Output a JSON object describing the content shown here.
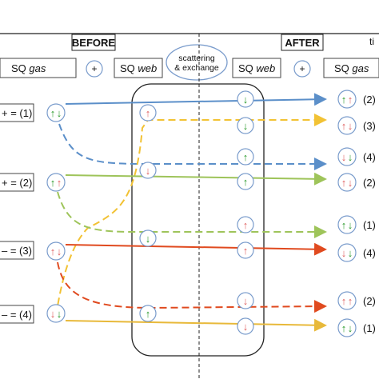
{
  "header": {
    "before": "BEFORE",
    "after": "AFTER",
    "partial_right": "ti"
  },
  "boxes": {
    "sq_gas_left": {
      "prefix": "SQ",
      "italic": "gas"
    },
    "sq_web_left": {
      "prefix": "SQ",
      "italic": "web"
    },
    "sq_web_right": {
      "prefix": "SQ",
      "italic": "web"
    },
    "sq_gas_right": {
      "prefix": "SQ",
      "italic": "gas"
    },
    "plus": "+",
    "scatter_line1": "scattering",
    "scatter_line2": "& exchange"
  },
  "left_labels": [
    "+ = (1)",
    "+ = (2)",
    "– = (3)",
    "– = (4)"
  ],
  "right_labels": [
    "(2)",
    "(3)",
    "(4)",
    "(2)",
    "(1)",
    "(4)",
    "(2)",
    "(1)"
  ],
  "colors": {
    "blue": "#5b8fc9",
    "yellow": "#f2c234",
    "olive": "#9ec45a",
    "red": "#e04a1f",
    "orange": "#e8b93a",
    "up_green": "#2a9a2a",
    "down_red": "#e06060",
    "node_stroke": "#7a9ccc"
  }
}
